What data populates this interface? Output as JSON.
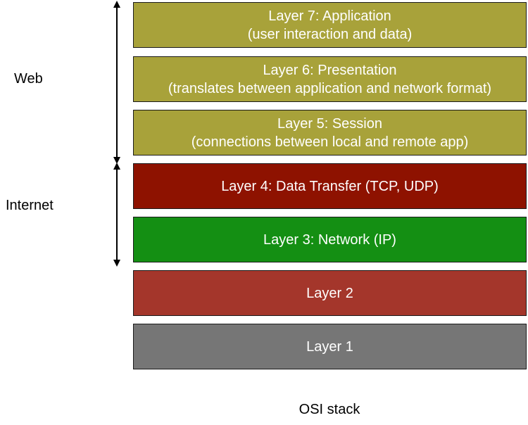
{
  "layers": [
    {
      "id": "layer7",
      "line1": "Layer 7: Application",
      "line2": "(user interaction and data)",
      "color": "#a8a23a"
    },
    {
      "id": "layer6",
      "line1": "Layer 6: Presentation",
      "line2": "(translates between application and network format)",
      "color": "#a8a23a"
    },
    {
      "id": "layer5",
      "line1": "Layer 5: Session",
      "line2": "(connections between local and remote app)",
      "color": "#a8a23a"
    },
    {
      "id": "layer4",
      "line1": "Layer 4: Data Transfer (TCP, UDP)",
      "color": "#8e1200"
    },
    {
      "id": "layer3",
      "line1": "Layer 3: Network (IP)",
      "color": "#148f13"
    },
    {
      "id": "layer2",
      "line1": "Layer 2",
      "color": "#a4362b"
    },
    {
      "id": "layer1",
      "line1": "Layer 1",
      "color": "#767676"
    }
  ],
  "groups": {
    "web": "Web",
    "internet": "Internet"
  },
  "caption": "OSI stack"
}
